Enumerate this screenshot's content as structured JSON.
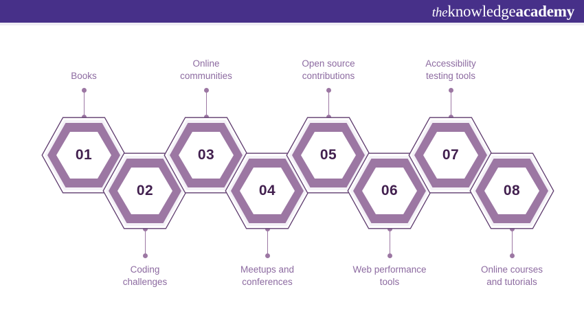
{
  "header": {
    "background_color": "#473089",
    "logo": {
      "part_the": "the",
      "part_knowledge": "knowledge",
      "part_academy": "academy"
    }
  },
  "theme": {
    "band_color": "#9c77a3",
    "outline_color": "#5e3b6e",
    "number_color": "#42204f",
    "label_color": "#8c6aa0",
    "core_color": "#ffffff",
    "gap_color": "#f4f1f7"
  },
  "diagram": {
    "type": "hexagon-sequence",
    "nodes": [
      {
        "number": "01",
        "label": "Books",
        "position": "up",
        "label_position": "above"
      },
      {
        "number": "02",
        "label": "Coding\nchallenges",
        "position": "down",
        "label_position": "below"
      },
      {
        "number": "03",
        "label": "Online\ncommunities",
        "position": "up",
        "label_position": "above"
      },
      {
        "number": "04",
        "label": "Meetups and\nconferences",
        "position": "down",
        "label_position": "below"
      },
      {
        "number": "05",
        "label": "Open source\ncontributions",
        "position": "up",
        "label_position": "above"
      },
      {
        "number": "06",
        "label": "Web performance\ntools",
        "position": "down",
        "label_position": "below"
      },
      {
        "number": "07",
        "label": "Accessibility\ntesting tools",
        "position": "up",
        "label_position": "above"
      },
      {
        "number": "08",
        "label": "Online courses\nand tutorials",
        "position": "down",
        "label_position": "below"
      }
    ]
  }
}
